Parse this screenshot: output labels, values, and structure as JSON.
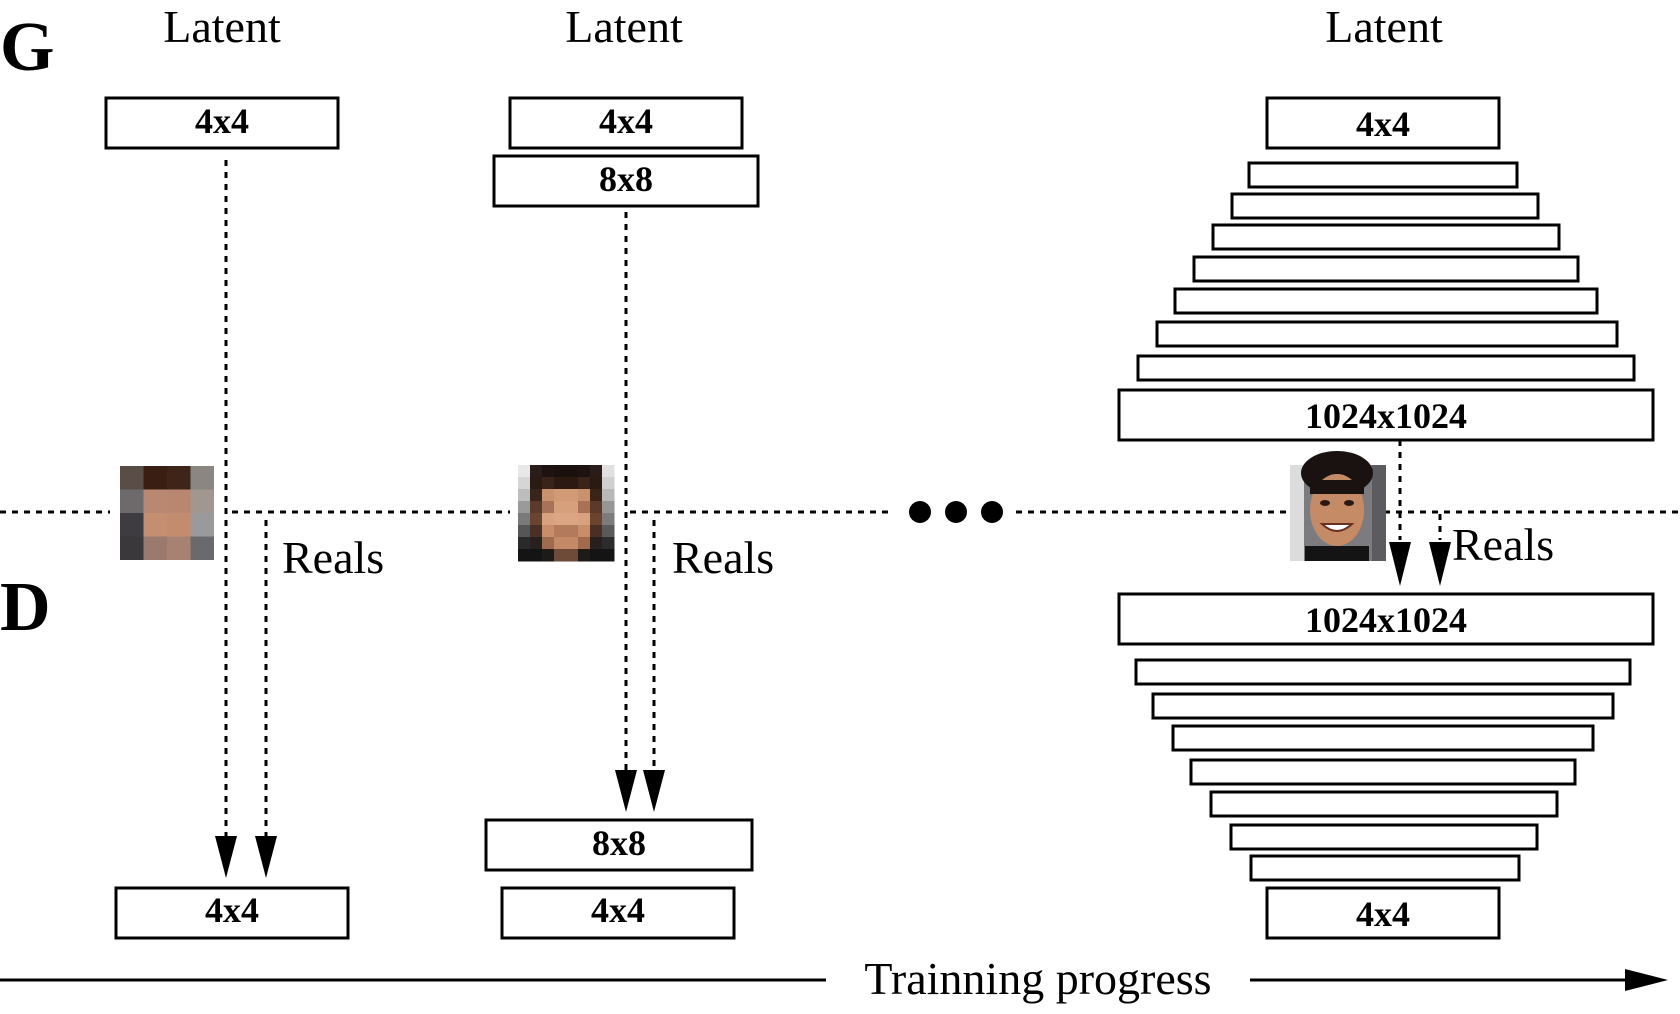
{
  "labels": {
    "generator": "G",
    "discriminator": "D",
    "latent": "Latent",
    "reals": "Reals",
    "progress": "Trainning progress"
  },
  "stages": [
    {
      "generator_blocks": [
        "4x4"
      ],
      "discriminator_blocks": [
        "4x4"
      ],
      "sample_resolution": "4x4"
    },
    {
      "generator_blocks": [
        "4x4",
        "8x8"
      ],
      "discriminator_blocks": [
        "8x8",
        "4x4"
      ],
      "sample_resolution": "8x8"
    },
    {
      "generator_blocks": [
        "4x4",
        "",
        "",
        "",
        "",
        "",
        "",
        "",
        "1024x1024"
      ],
      "discriminator_blocks": [
        "1024x1024",
        "",
        "",
        "",
        "",
        "",
        "",
        "",
        "4x4"
      ],
      "sample_resolution": "1024x1024"
    }
  ],
  "colors": {
    "line": "#000000",
    "box_fill": "#ffffff",
    "skin": "#c89070",
    "hair": "#3a2418"
  }
}
